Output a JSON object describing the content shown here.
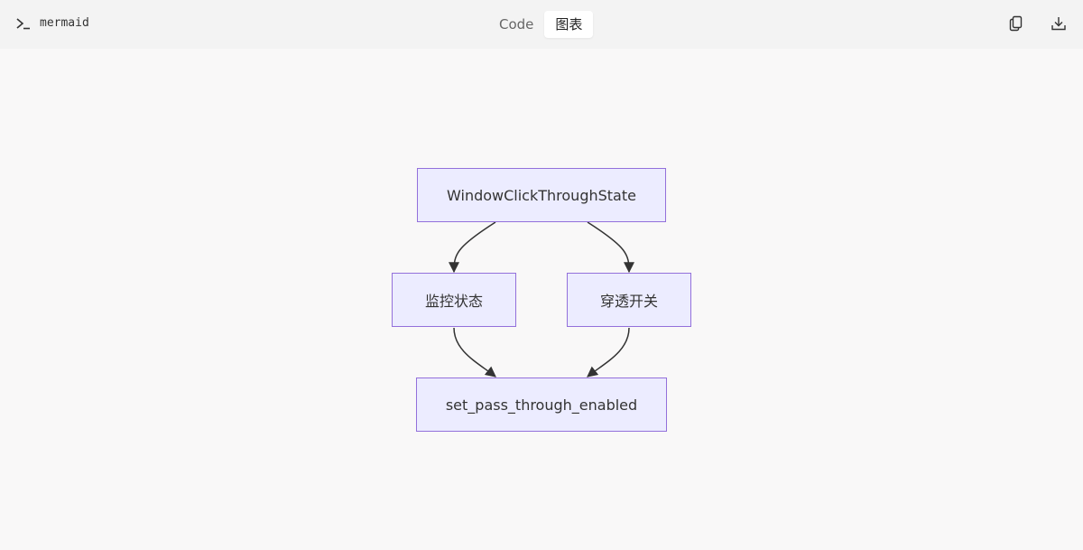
{
  "toolbar": {
    "language": "mermaid",
    "prompt_icon": "terminal-prompt-icon",
    "tabs": [
      {
        "label": "Code",
        "active": false
      },
      {
        "label": "图表",
        "active": true
      }
    ],
    "actions": [
      {
        "name": "copy-icon"
      },
      {
        "name": "download-icon"
      }
    ]
  },
  "diagram": {
    "node_fill": "#ECECFF",
    "node_stroke": "#9370DB",
    "edge_color": "#333333",
    "nodes": {
      "root": "WindowClickThroughState",
      "left": "监控状态",
      "right": "穿透开关",
      "bottom": "set_pass_through_enabled"
    },
    "edges": [
      {
        "from": "root",
        "to": "left"
      },
      {
        "from": "root",
        "to": "right"
      },
      {
        "from": "left",
        "to": "bottom"
      },
      {
        "from": "right",
        "to": "bottom"
      }
    ]
  }
}
